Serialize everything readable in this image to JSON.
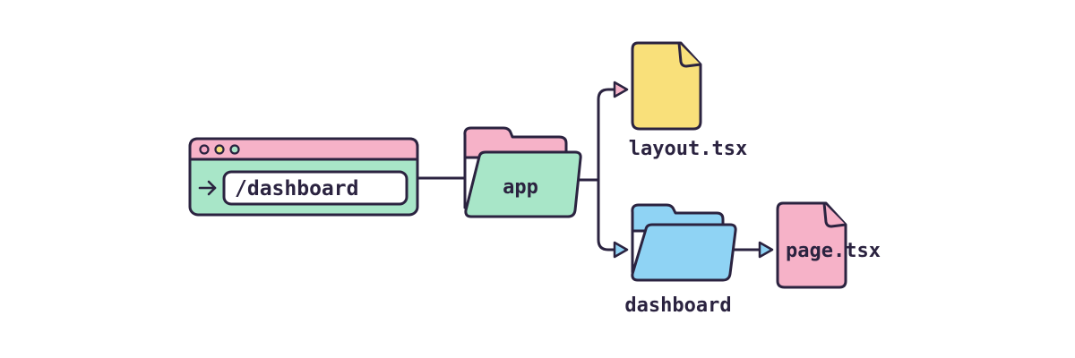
{
  "browser": {
    "url": "/dashboard",
    "dot_colors": [
      "#f4a7c4",
      "#f6e27a",
      "#a8e4c6"
    ]
  },
  "folders": {
    "app": "app",
    "dashboard": "dashboard"
  },
  "files": {
    "layout": "layout.tsx",
    "page": "page.tsx"
  },
  "colors": {
    "outline": "#2b2340",
    "pink": "#f6b2c8",
    "mint": "#a8e6c8",
    "yellow": "#f9e07a",
    "blue": "#8fd3f4",
    "arrow_pink": "#f6b2c8",
    "arrow_blue": "#8fd3f4"
  }
}
